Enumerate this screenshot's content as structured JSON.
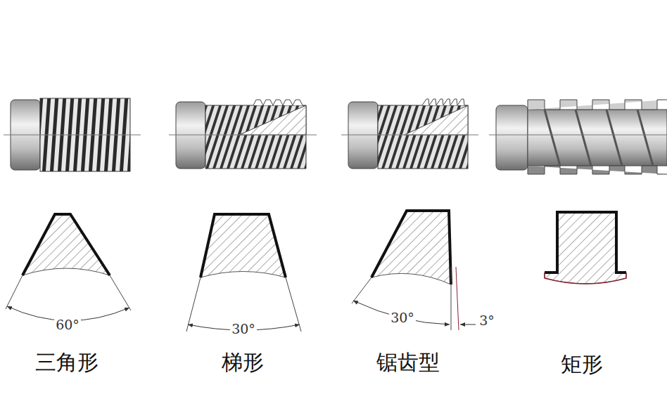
{
  "diagram": {
    "labels": [
      "60°",
      "30°",
      "30°",
      "3°",
      "三角形",
      "梯形",
      "锯齿型",
      "矩形"
    ]
  }
}
